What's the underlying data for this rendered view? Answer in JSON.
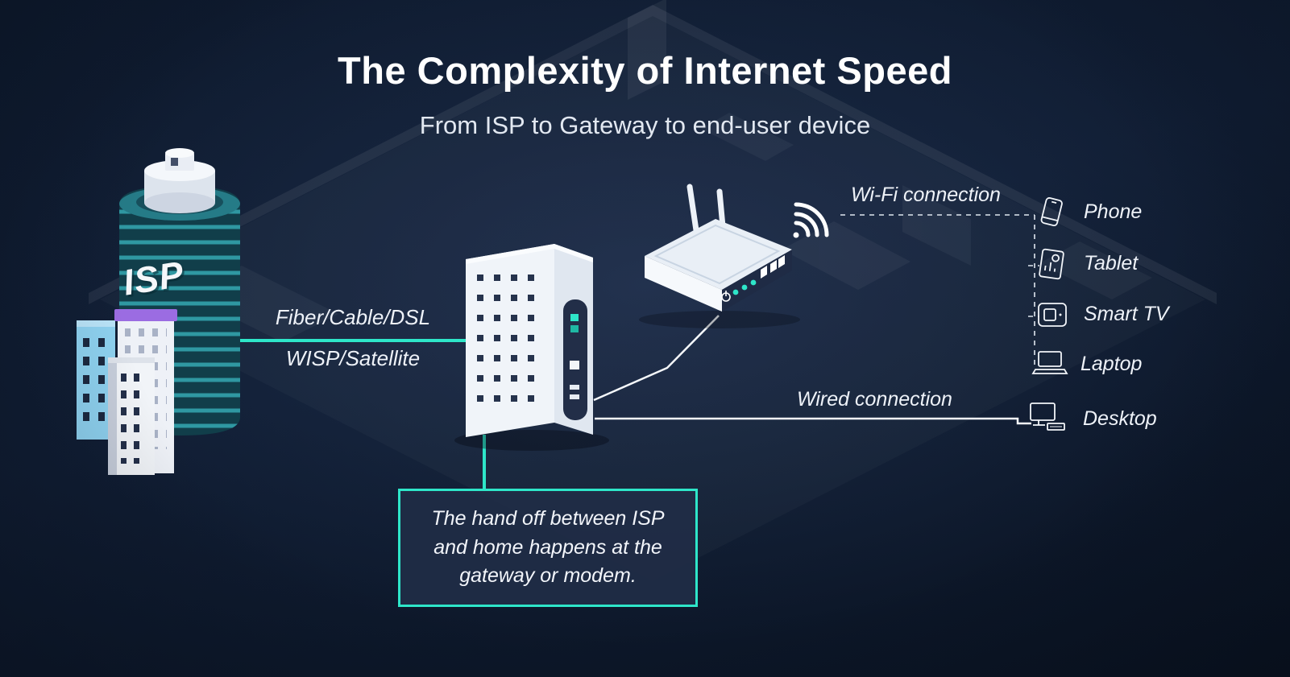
{
  "title": "The Complexity of Internet Speed",
  "subtitle": "From ISP to Gateway to end-user device",
  "isp_building": {
    "label": "ISP"
  },
  "link_labels": {
    "fiber_cable_dsl": "Fiber/Cable/DSL",
    "wisp_satellite": "WISP/Satellite"
  },
  "connections": {
    "wifi_label": "Wi-Fi connection",
    "wired_label": "Wired connection"
  },
  "devices": [
    {
      "label": "Phone"
    },
    {
      "label": "Tablet"
    },
    {
      "label": "Smart TV"
    },
    {
      "label": "Laptop"
    },
    {
      "label": "Desktop"
    }
  ],
  "callout": {
    "text": "The hand off between ISP and home happens at the gateway or modem."
  },
  "icons": {
    "wifi_signal": "wifi-signal-icon",
    "phone": "phone-icon",
    "tablet": "tablet-icon",
    "smart_tv": "smart-tv-icon",
    "laptop": "laptop-icon",
    "desktop": "desktop-icon"
  },
  "colors": {
    "accent_teal": "#2ee6c9",
    "background": "#0d1729",
    "callout_fill": "#202c46",
    "text": "#f2f5fa"
  }
}
